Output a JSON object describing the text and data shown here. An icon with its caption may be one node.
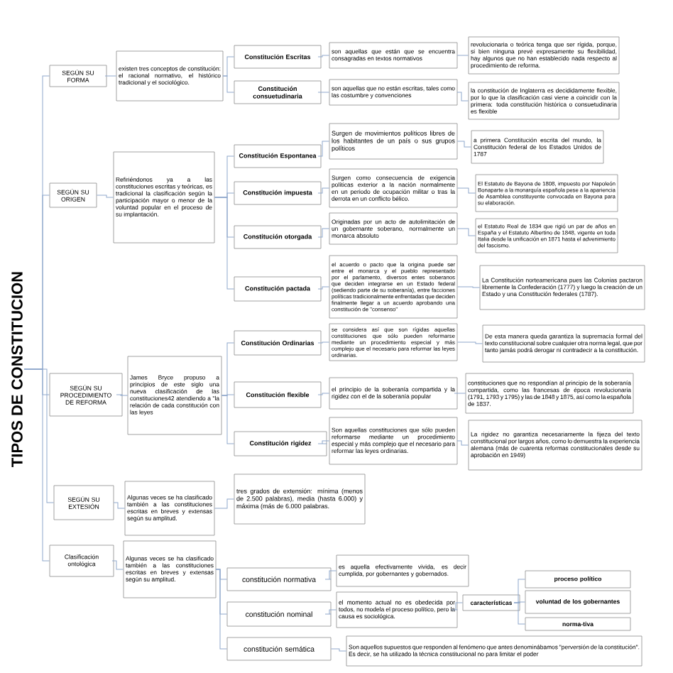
{
  "diagram": {
    "nodes": [
      {
        "text": [
          "TIPOS DE CONSTITUCION"
        ]
      },
      {
        "text": [
          "SEGÚN SU FORMA"
        ]
      },
      {
        "text": [
          "existen tres conceptos de constitución: el racional normativo, el histórico tradicional y el sociológico."
        ]
      },
      {
        "text": [
          "Constitución Escritas"
        ]
      },
      {
        "text": [
          "Constitución consuetudinaria"
        ]
      },
      {
        "text": [
          "son aquellas que están que se encuentra consagradas en textos normativos"
        ]
      },
      {
        "text": [
          "son aquellas que no están escritas, tales como las costumbre y convenciones"
        ]
      },
      {
        "text": [
          "revolucionaria o teórica tenga que ser rígida, porque, si bien ninguna prevé expresamente su flexibilidad, hay algunos que no han establecido nada respecto al procedimiento de reforma."
        ]
      },
      {
        "text": [
          "la constitución de Inglaterra es decididamente flexible, por lo que la clasificación casi viene a coincidir con la primera: toda constitución histórica o consuetudinaria es flexible"
        ]
      },
      {
        "text": [
          "SEGÚN SU ORIGEN"
        ]
      },
      {
        "text": [
          "Refiriéndonos ya a las constituciones escritas y teóricas, es tradicional la clasificación según la participación mayor o menor de la voluntad popular en el proceso de su implantación."
        ]
      },
      {
        "text": [
          "Constitución Espontanea"
        ]
      },
      {
        "text": [
          "Constitución impuesta"
        ]
      },
      {
        "text": [
          "Constitución otorgada"
        ]
      },
      {
        "text": [
          "Constitución pactada"
        ]
      },
      {
        "text": [
          "Surgen de movimientos políticos libres de los habitantes de un país o sus grupos políticos"
        ]
      },
      {
        "text": [
          "Surgen como consecuencia de exigencia políticas exterior a la nación normalmente en un periodo de ocupación militar o tras la derrota en un conflicto bélico."
        ]
      },
      {
        "text": [
          "Originadas por un acto de autolimitación de un gobernante soberano, normalmente un monarca absoluto"
        ]
      },
      {
        "text": [
          "el acuerdo o pacto que la origina puede ser entre el monarca y el pueblo representado por el parlamento, diversos entes soberanos que deciden integrarse en un Estado federal (sediendo parte de su soberanía), entre facciones políticas tradicionalmente enfrentadas que deciden finalmente llegar a un acuerdo aprobando una constitución de \"consenso\""
        ]
      },
      {
        "text": [
          "a primera Constitución escrita del mundo, la Constitución federal de los Estados Unidos de 1787"
        ]
      },
      {
        "text": [
          "El Estatuto de Bayona de 1808, impuesto por Napoleón Bonaparte a la monarquía española pese a la apariencia de Asamblea constituyente convocada en Bayona para su elaboración."
        ]
      },
      {
        "text": [
          "el Estatuto Real de 1834 que rigió un par de años en España y el Estatuto Albertino de 1848, vigente en toda Italia desde la unificación en 1871 hasta el advenimiento del fascismo."
        ]
      },
      {
        "text": [
          "La Constitución norteamericana pues las Colonias pactaron libremente la Confederación (1777) y luego la creación de un Estado y una Constitución federales (1787)."
        ]
      },
      {
        "text": [
          "SEGÚN SU PROCEDIMIENTO DE REFORMA"
        ]
      },
      {
        "text": [
          "James Bryce propuso a principios de este siglo una nueva clasificación de las constituciones42 atendiendo a \"la relación de cada constitución con las leyes"
        ]
      },
      {
        "text": [
          "Constitución Ordinarias"
        ]
      },
      {
        "text": [
          "Constitución flexible"
        ]
      },
      {
        "text": [
          "Constitución rigidez"
        ]
      },
      {
        "text": [
          "se considera así que son rígidas aquellas constituciones que sólo pueden reformarse mediante un procedimiento especial y más complejo que el necesario para reformar las leyes ordinarias."
        ]
      },
      {
        "text": [
          "el principio de la soberanía compartida y la rigidez con el de la soberanía popular"
        ]
      },
      {
        "text": [
          "Son aquellas constituciones que sólo pueden reformarse mediante un procedimiento especial y más complejo que el necesario para reformar las leyes ordinarias."
        ]
      },
      {
        "text": [
          "De esta manera queda garantiza la supremacía formal del texto constitucional sobre cualquier otra norma legal, que por tanto jamás podrá derogar ni contradecir a la constitución."
        ]
      },
      {
        "text": [
          "constituciones que no respondían al principio de la soberanía compartida, como las francesas de época revolucionaria (1791, 1793 y 1795) y las de 1848 y 1875, así como la española de 1837."
        ]
      },
      {
        "text": [
          "La rigidez no garantiza necesariamente la fijeza del texto constitucional por largos años, como lo demuestra la experiencia alemana (más de cuarenta reformas constitucionales desde su aprobación en 1949)"
        ]
      },
      {
        "text": [
          "SEGÚN SU EXTESIÓN"
        ]
      },
      {
        "text": [
          "Algunas veces se ha clasificado también a las constituciones escritas en breves y extensas según su amplitud."
        ]
      },
      {
        "text": [
          "tres grados de extensión: mínima (menos de 2.500 palabras), media (hasta 6.000) y máxima (más de 6.000 palabras."
        ]
      },
      {
        "text": [
          "Clasificación ontológica"
        ]
      },
      {
        "text": [
          "Algunas veces se ha clasificado también a las constituciones escritas en breves y extensas según su amplitud."
        ]
      },
      {
        "text": [
          "constitución normativa"
        ]
      },
      {
        "text": [
          "constitución nominal"
        ]
      },
      {
        "text": [
          "constitución semática"
        ]
      },
      {
        "text": [
          "es aquella efectivamente vivida, es decir cumplida, por gobernantes y gobernados."
        ]
      },
      {
        "text": [
          "el momento actual no es obedecida por todos, no modela el proceso político, pero la causa es sociológica."
        ]
      },
      {
        "text": [
          "Son aquellos supuestos que responden al fenómeno que antes denominábamos \"perversión de la constitución\". Es decir, se ha utilizado la técnica constitucional no para limitar el poder"
        ]
      },
      {
        "text": [
          "características"
        ]
      },
      {
        "text": [
          "proceso político"
        ]
      },
      {
        "text": [
          "voluntad de los gobernantes"
        ]
      },
      {
        "text": [
          "norma-tiva"
        ]
      }
    ],
    "edges": [
      {
        "from": 0,
        "to": 1,
        "arrow": "none"
      },
      {
        "from": 0,
        "to": 9,
        "arrow": "none"
      },
      {
        "from": 0,
        "to": 23,
        "arrow": "none"
      },
      {
        "from": 0,
        "to": 34,
        "arrow": "none"
      },
      {
        "from": 0,
        "to": 37,
        "arrow": "none"
      },
      {
        "from": 1,
        "to": 2,
        "arrow": "none"
      },
      {
        "from": 2,
        "to": 3,
        "arrow": "none"
      },
      {
        "from": 2,
        "to": 4,
        "arrow": "none"
      },
      {
        "from": 3,
        "to": 5,
        "arrow": "none"
      },
      {
        "from": 4,
        "to": 6,
        "arrow": "none"
      },
      {
        "from": 5,
        "to": 7,
        "arrow": "none"
      },
      {
        "from": 6,
        "to": 8,
        "arrow": "none"
      },
      {
        "from": 9,
        "to": 10,
        "arrow": "none"
      },
      {
        "from": 10,
        "to": 11,
        "arrow": "none"
      },
      {
        "from": 10,
        "to": 12,
        "arrow": "none"
      },
      {
        "from": 10,
        "to": 13,
        "arrow": "none"
      },
      {
        "from": 10,
        "to": 14,
        "arrow": "none"
      },
      {
        "from": 11,
        "to": 15,
        "arrow": "none"
      },
      {
        "from": 12,
        "to": 16,
        "arrow": "none"
      },
      {
        "from": 13,
        "to": 17,
        "arrow": "none"
      },
      {
        "from": 14,
        "to": 18,
        "arrow": "none"
      },
      {
        "from": 15,
        "to": 19,
        "arrow": "none"
      },
      {
        "from": 16,
        "to": 20,
        "arrow": "none"
      },
      {
        "from": 17,
        "to": 21,
        "arrow": "none"
      },
      {
        "from": 18,
        "to": 22,
        "arrow": "none"
      },
      {
        "from": 23,
        "to": 24,
        "arrow": "none"
      },
      {
        "from": 24,
        "to": 25,
        "arrow": "none"
      },
      {
        "from": 24,
        "to": 26,
        "arrow": "none"
      },
      {
        "from": 24,
        "to": 27,
        "arrow": "none"
      },
      {
        "from": 25,
        "to": 28,
        "arrow": "none"
      },
      {
        "from": 26,
        "to": 29,
        "arrow": "none"
      },
      {
        "from": 27,
        "to": 30,
        "arrow": "none"
      },
      {
        "from": 28,
        "to": 31,
        "arrow": "none"
      },
      {
        "from": 29,
        "to": 32,
        "arrow": "none"
      },
      {
        "from": 30,
        "to": 33,
        "arrow": "none"
      },
      {
        "from": 34,
        "to": 35,
        "arrow": "none"
      },
      {
        "from": 35,
        "to": 36,
        "arrow": "none"
      },
      {
        "from": 37,
        "to": 38,
        "arrow": "none"
      },
      {
        "from": 38,
        "to": 39,
        "arrow": "none"
      },
      {
        "from": 38,
        "to": 40,
        "arrow": "none"
      },
      {
        "from": 38,
        "to": 41,
        "arrow": "none"
      },
      {
        "from": 39,
        "to": 42,
        "arrow": "none"
      },
      {
        "from": 40,
        "to": 43,
        "arrow": "none"
      },
      {
        "from": 41,
        "to": 44,
        "arrow": "none"
      },
      {
        "from": 43,
        "to": 45,
        "arrow": "none"
      },
      {
        "from": 45,
        "to": 46,
        "arrow": "none"
      },
      {
        "from": 45,
        "to": 47,
        "arrow": "none"
      },
      {
        "from": 45,
        "to": 48,
        "arrow": "none"
      }
    ]
  }
}
